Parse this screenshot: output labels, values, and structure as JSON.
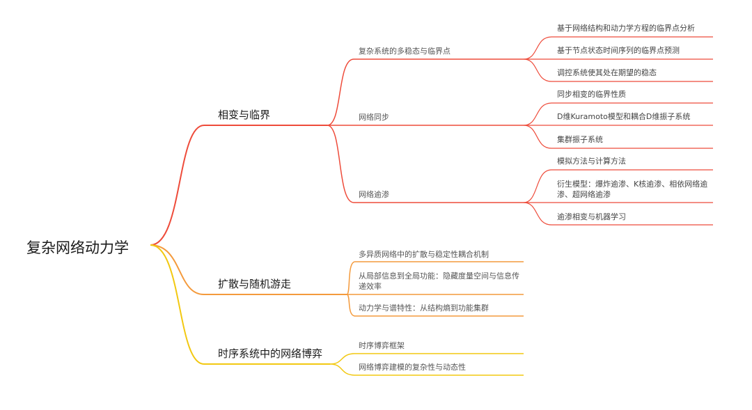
{
  "colors": {
    "red": "#ee4b3a",
    "orange": "#f49a3c",
    "yellow": "#f2c811"
  },
  "mindmap": {
    "root": "复杂网络动力学",
    "branches": [
      {
        "label": "相变与临界",
        "children": [
          {
            "label": "复杂系统的多稳态与临界点",
            "children": [
              "基于网络结构和动力学方程的临界点分析",
              "基于节点状态时间序列的临界点预测",
              "调控系统使其处在期望的稳态"
            ]
          },
          {
            "label": "网络同步",
            "children": [
              "同步相变的临界性质",
              "D维Kuramoto模型和耦合D维振子系统",
              "集群振子系统"
            ]
          },
          {
            "label": "网络逾渗",
            "children": [
              "模拟方法与计算方法",
              "衍生模型：爆炸逾渗、K核逾渗、相依网络逾渗、超网络逾渗",
              "逾渗相变与机器学习"
            ]
          }
        ]
      },
      {
        "label": "扩散与随机游走",
        "children": [
          {
            "label": "多异质网络中的扩散与稳定性耦合机制"
          },
          {
            "label": "从局部信息到全局功能：隐藏度量空间与信息传递效率"
          },
          {
            "label": "动力学与谱特性：从结构熵到功能集群"
          }
        ]
      },
      {
        "label": "时序系统中的网络博弈",
        "children": [
          {
            "label": "时序博弈框架"
          },
          {
            "label": "网络博弈建模的复杂性与动态性"
          }
        ]
      }
    ]
  }
}
